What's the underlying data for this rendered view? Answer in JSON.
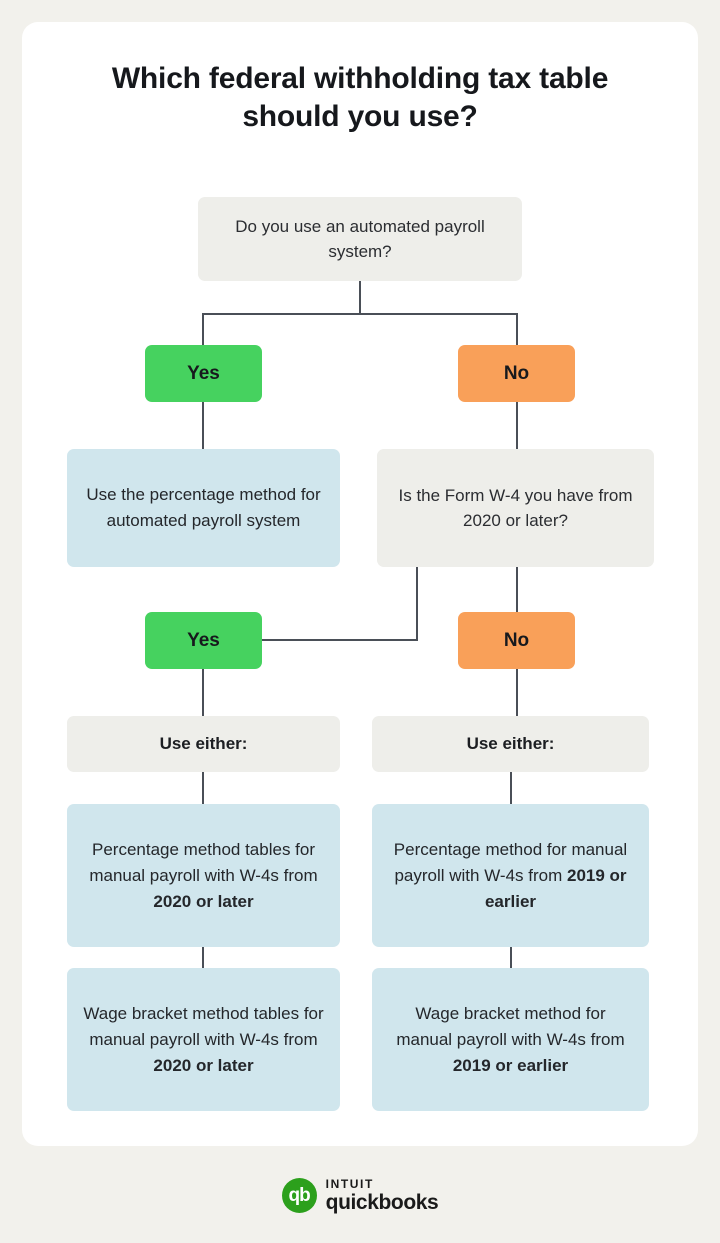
{
  "page": {
    "background_color": "#f2f1ec",
    "card_color": "#ffffff",
    "title": "Which federal withholding tax table should you use?"
  },
  "colors": {
    "question_box": "#eeeeea",
    "info_box": "#d0e6ed",
    "yes_badge": "#46d25f",
    "no_badge": "#f9a059",
    "connector_line": "#4a4f57",
    "brand_green": "#2ca01c"
  },
  "flow": {
    "question_1": "Do you use an automated payroll system?",
    "badge_yes_1": "Yes",
    "badge_no_1": "No",
    "outcome_automated": "Use the percentage method for automated payroll system",
    "question_2": "Is the Form W-4 you have from 2020 or later?",
    "badge_yes_2": "Yes",
    "badge_no_2": "No",
    "use_either_left": "Use either:",
    "use_either_right": "Use either:",
    "percentage_left": {
      "text": "Percentage method tables for manual payroll with W-4s from ",
      "emphasis": "2020 or later"
    },
    "percentage_right": {
      "text": "Percentage method for manual payroll with W-4s from ",
      "emphasis": "2019 or earlier"
    },
    "wage_left": {
      "text": "Wage bracket method tables for manual payroll with W-4s from ",
      "emphasis": "2020 or later"
    },
    "wage_right": {
      "text": "Wage bracket method for manual payroll with W-4s from ",
      "emphasis": "2019 or earlier"
    }
  },
  "logo": {
    "mark": "qb",
    "line1": "INTUIT",
    "line2": "quickbooks"
  }
}
